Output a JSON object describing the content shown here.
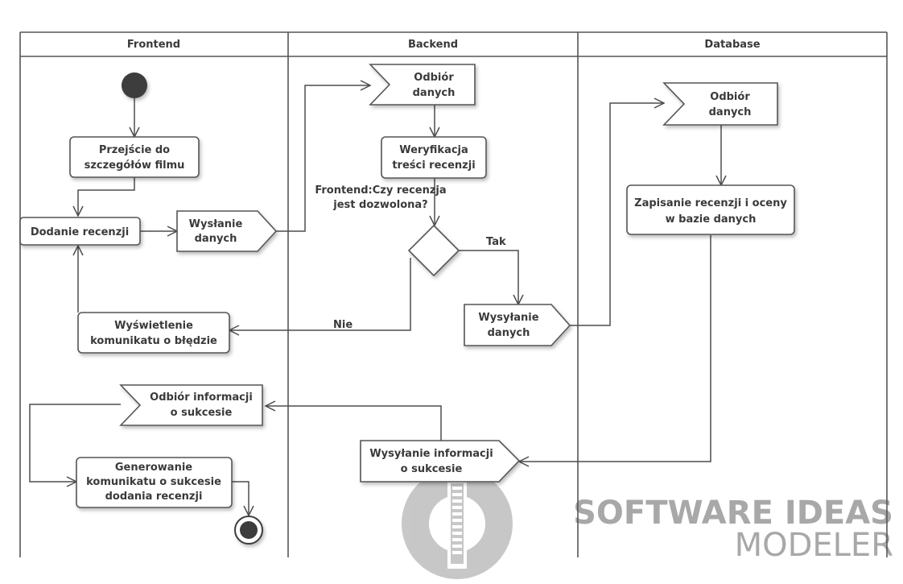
{
  "lanes": [
    {
      "title": "Frontend"
    },
    {
      "title": "Backend"
    },
    {
      "title": "Database"
    }
  ],
  "nodes": {
    "przejscie": [
      "Przejście do",
      "szczegółów filmu"
    ],
    "dodanie": [
      "Dodanie recenzji"
    ],
    "wyslanie_fe": [
      "Wysłanie",
      "danych"
    ],
    "wyswietlenie": [
      "Wyświetlenie",
      "komunikatu o błędzie"
    ],
    "odbior_info": [
      "Odbiór informacji",
      "o sukcesie"
    ],
    "generowanie": [
      "Generowanie",
      "komunikatu o sukcesie",
      "dodania recenzji"
    ],
    "odbior_be": [
      "Odbiór",
      "danych"
    ],
    "weryfikacja": [
      "Weryfikacja",
      "treści recenzji"
    ],
    "wysylanie_be": [
      "Wysyłanie",
      "danych"
    ],
    "wysylanie_info": [
      "Wysyłanie informacji",
      "o sukcesie"
    ],
    "odbior_db": [
      "Odbiór",
      "danych"
    ],
    "zapisanie": [
      "Zapisanie recenzji i oceny",
      "w bazie danych"
    ]
  },
  "decision_question": [
    "Frontend:Czy recenzja",
    "jest dozwolona?"
  ],
  "edge_labels": {
    "tak": "Tak",
    "nie": "Nie"
  },
  "watermark": {
    "line1": "SOFTWARE IDEAS",
    "line2": "MODELER"
  }
}
